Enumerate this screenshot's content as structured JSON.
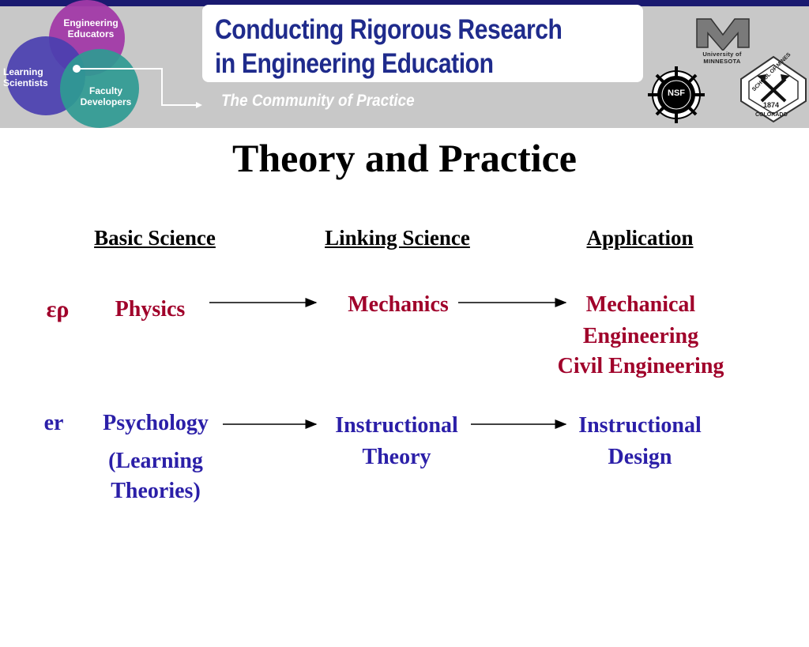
{
  "banner": {
    "venn_labels": {
      "engineering_educators": "Engineering\nEducators",
      "learning_scientists": "Learning\nScientists",
      "faculty_developers": "Faculty\nDevelopers"
    },
    "title_line1": "Conducting Rigorous Research",
    "title_line2": "in Engineering Education",
    "subtitle": "The Community of Practice",
    "logos": {
      "umn_line1": "University of",
      "umn_line2": "Minnesota",
      "nsf": "NSF",
      "mines_top": "SCHOOL OF MINES",
      "mines_year": "1874",
      "mines_bottom": "COLORADO"
    }
  },
  "slide": {
    "title": "Theory and Practice",
    "columns": {
      "basic": "Basic Science",
      "linking": "Linking Science",
      "application": "Application"
    },
    "row1": {
      "symbol": "ερ",
      "basic": "Physics",
      "linking": "Mechanics",
      "application_line1": "Mechanical",
      "application_line2": "Engineering",
      "application_line3": "Civil Engineering"
    },
    "row2": {
      "symbol": "er",
      "basic_line1": "Psychology",
      "basic_line2": "(Learning",
      "basic_line3": "Theories)",
      "linking_line1": "Instructional",
      "linking_line2": "Theory",
      "application_line1": "Instructional",
      "application_line2": "Design"
    }
  },
  "colors": {
    "row1_text": "#a0002a",
    "row2_text": "#2b1fa8",
    "banner_title": "#1f2b8c",
    "banner_bg": "#c8c8c8",
    "topbar": "#1a1a70"
  }
}
